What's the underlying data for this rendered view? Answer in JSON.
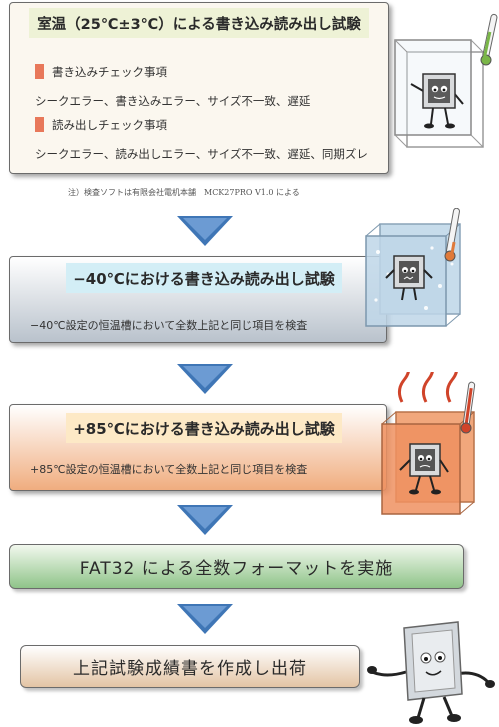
{
  "step1": {
    "title": "室温（25℃±3℃）による書き込み読み出し試験",
    "write_check_heading": "書き込みチェック事項",
    "write_check_items": "シークエラー、書き込みエラー、サイズ不一致、遅延",
    "read_check_heading": "読み出しチェック事項",
    "read_check_items": "シークエラー、読み出しエラー、サイズ不一致、遅延、同期ズレ",
    "note": "注）検査ソフトは有限会社電机本舗　MCK27PRO V1.0 による"
  },
  "step2": {
    "title": "−40℃における書き込み読み出し試験",
    "description": "−40℃設定の恒温槽において全数上記と同じ項目を検査"
  },
  "step3": {
    "title": "+85℃における書き込み読み出し試験",
    "description": "+85℃設定の恒温槽において全数上記と同じ項目を検査"
  },
  "step4": {
    "title": "FAT32 による全数フォーマットを実施"
  },
  "step5": {
    "title": "上記試験成績書を作成し出荷"
  },
  "colors": {
    "step1_bg": "#fbf7ef",
    "step1_title_band": "#eef2d6",
    "step2_bg_top": "#ffffff",
    "step2_bg_bottom": "#b9c2cc",
    "step2_title_band": "#d3eef6",
    "step3_bg_top": "#ffffff",
    "step3_bg_bottom": "#f0ad7f",
    "step3_title_band": "#fde9c6",
    "step4_bg_top": "#f2f8ee",
    "step4_bg_bottom": "#8fc489",
    "step5_bg_top": "#ffffff",
    "step5_bg_bottom": "#e3c4a4",
    "arrow": "#3f76b6",
    "bullet": "#e8785a"
  },
  "icons": {
    "step1": "chip-character-in-glass-box-with-thermometer",
    "step2": "chip-character-in-frozen-box-with-thermometer",
    "step3": "chip-character-in-hot-box-with-thermometer",
    "step5": "waving-chip-character"
  }
}
